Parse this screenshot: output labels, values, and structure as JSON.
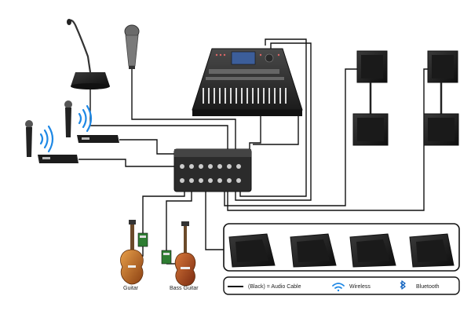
{
  "labels": {
    "guitar": "Guitar",
    "bass_guitar": "Bass Guitar"
  },
  "legend": {
    "audio_cable": "(Black) = Audio Cable",
    "wireless": "Wireless",
    "bluetooth": "Bluetooth"
  },
  "icons": {
    "wireless": "wireless-icon",
    "bluetooth": "bluetooth-icon"
  },
  "colors": {
    "cable": "#111111",
    "wireless_blue": "#1e88e5",
    "bt_blue": "#1565c0"
  }
}
